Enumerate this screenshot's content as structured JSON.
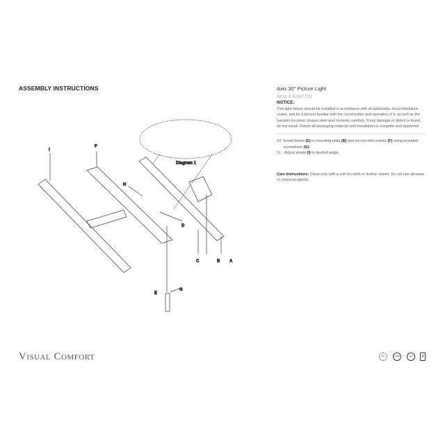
{
  "header": {
    "title": "ASSEMBLY INSTRUCTIONS"
  },
  "product": {
    "name": "Axis 30\" Picture Light",
    "item": "Item # KW2731"
  },
  "notice": {
    "heading": "NOTICE:",
    "text": "This light fixture should be installed in accordance with all applicable, local installation codes, and by a person familiar with the construction and operation of it, as well as the hazards involved. Inspect item and contents carefully. If any damage or defect is found, do not install. Retain all packaging material until installation is complete and approved."
  },
  "steps": [
    {
      "num": "10.",
      "a": "Install fixture ",
      "b1": "(E)",
      "c": " to mounting plate ",
      "b2": "(B)",
      "d": " and secure with screws ",
      "b3": "(F)",
      "e": " using provided screwdriver ",
      "b4": "(G)",
      "f": "."
    },
    {
      "num": "11.",
      "a": "Adjust shade ",
      "b1": "(I)",
      "c": " to desired angle."
    }
  ],
  "care": {
    "label": "Care Instructions:",
    "text": " Clean only with a soft dry cloth or feather duster. Do not use abrasive or chemical agents."
  },
  "diagram": {
    "caption": "Diagram 1",
    "labels": [
      "I",
      "F",
      "H",
      "D",
      "C",
      "B",
      "A",
      "E",
      "G"
    ]
  },
  "brand": {
    "logo": "Visual Comfort"
  },
  "badges": [
    "ETL",
    "DAMP",
    "LED",
    "4"
  ]
}
